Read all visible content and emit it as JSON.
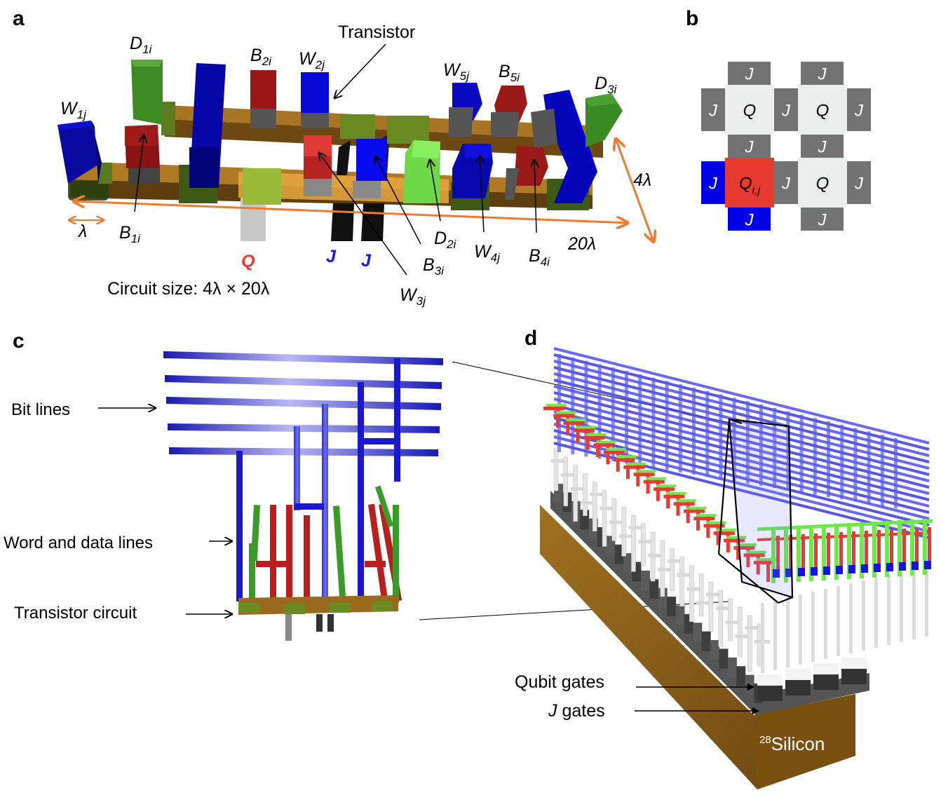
{
  "figure": {
    "panels": {
      "a": {
        "label": "a",
        "labels": {
          "transistor": "Transistor",
          "lambda": "λ",
          "four_lambda": "4λ",
          "twenty_lambda": "20λ",
          "circuit_size": "Circuit size: 4λ × 20λ",
          "q": "Q",
          "j1": "J",
          "j2": "J"
        },
        "subscripted_labels": [
          {
            "id": "D1i",
            "base": "D",
            "sub": "1i"
          },
          {
            "id": "B2i",
            "base": "B",
            "sub": "2i"
          },
          {
            "id": "W2j",
            "base": "W",
            "sub": "2j"
          },
          {
            "id": "W1j",
            "base": "W",
            "sub": "1j"
          },
          {
            "id": "B1i",
            "base": "B",
            "sub": "1i"
          },
          {
            "id": "W5j",
            "base": "W",
            "sub": "5j"
          },
          {
            "id": "B5i",
            "base": "B",
            "sub": "5i"
          },
          {
            "id": "D3i",
            "base": "D",
            "sub": "3i"
          },
          {
            "id": "D2i",
            "base": "D",
            "sub": "2i"
          },
          {
            "id": "W4j",
            "base": "W",
            "sub": "4j"
          },
          {
            "id": "B4i",
            "base": "B",
            "sub": "4i"
          },
          {
            "id": "B3i",
            "base": "B",
            "sub": "3i"
          },
          {
            "id": "W3j",
            "base": "W",
            "sub": "3j"
          }
        ]
      },
      "b": {
        "label": "b",
        "cells": {
          "q": "Q",
          "j": "J",
          "qij_base": "Q",
          "qij_sub": "i,j"
        }
      },
      "c": {
        "label": "c",
        "labels": {
          "bit_lines": "Bit lines",
          "word_data_lines": "Word and data lines",
          "transistor_circuit": "Transistor circuit"
        }
      },
      "d": {
        "label": "d",
        "labels": {
          "qubit_gates": "Qubit gates",
          "j_gates_italic": "J",
          "j_gates_rest": " gates",
          "silicon_sup": "28",
          "silicon": "Silicon"
        }
      }
    },
    "colors": {
      "blue": "#0000e6",
      "red": "#c41a1a",
      "bright_red": "#e83a30",
      "green": "#4a9a2a",
      "light_green": "#7ee85a",
      "orange": "#f07a30",
      "gold": "#b07820",
      "gray": "#727272",
      "light_gray": "#eceded",
      "dark_gray": "#3a3a3a"
    }
  }
}
